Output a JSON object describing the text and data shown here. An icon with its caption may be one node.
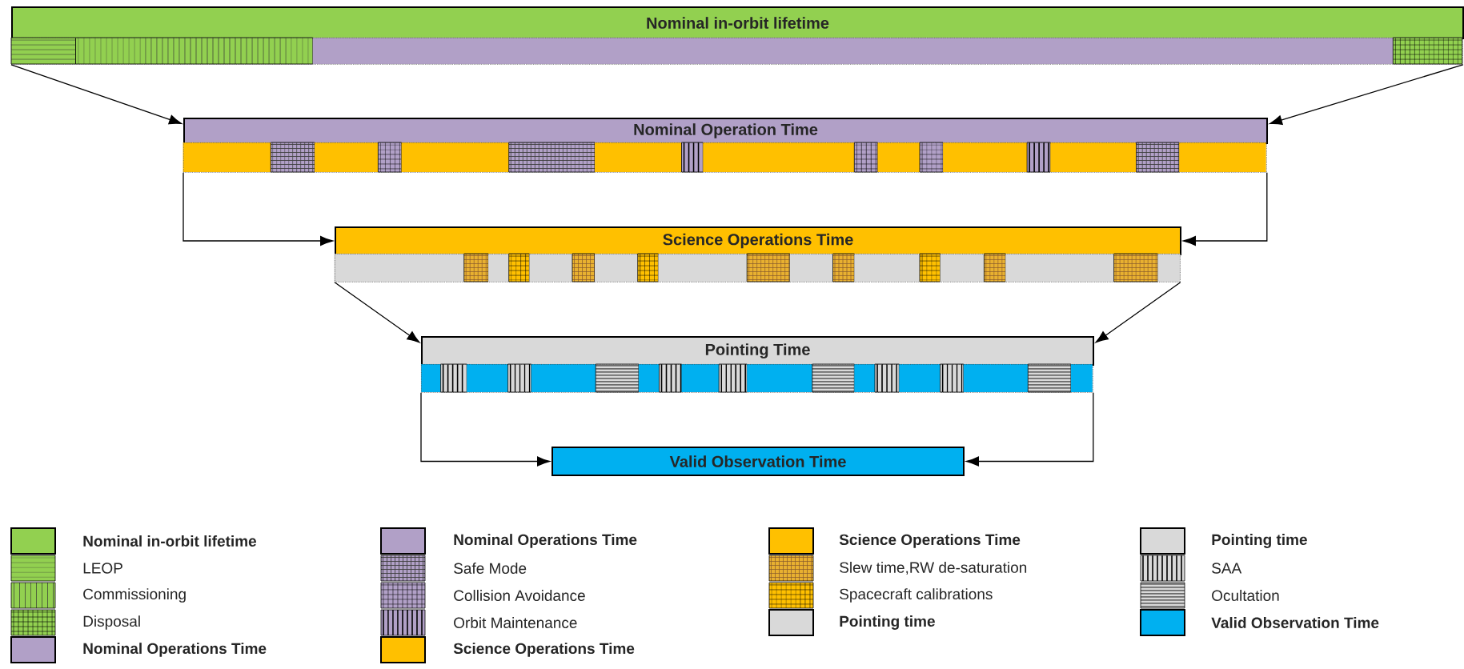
{
  "diagram": {
    "nodes": [
      {
        "text": [
          "Nominal in-orbit lifetime"
        ]
      },
      {
        "text": [],
        "shape": "bar"
      },
      {
        "text": [
          "Nominal Operation Time"
        ]
      },
      {
        "text": [],
        "shape": "bar"
      },
      {
        "text": [
          "Science Operations Time"
        ]
      },
      {
        "text": [],
        "shape": "bar"
      },
      {
        "text": [
          "Pointing Time"
        ]
      },
      {
        "text": [],
        "shape": "bar"
      },
      {
        "text": [
          "Valid Observation Time"
        ]
      }
    ],
    "edges": [
      {
        "from": 1,
        "to": 2,
        "arrow": "to"
      },
      {
        "from": 1,
        "to": 2,
        "arrow": "to"
      },
      {
        "from": 3,
        "to": 4,
        "arrow": "to"
      },
      {
        "from": 3,
        "to": 4,
        "arrow": "to"
      },
      {
        "from": 5,
        "to": 6,
        "arrow": "to"
      },
      {
        "from": 5,
        "to": 6,
        "arrow": "to"
      },
      {
        "from": 7,
        "to": 8,
        "arrow": "to"
      },
      {
        "from": 7,
        "to": 8,
        "arrow": "to"
      }
    ],
    "legend": [
      {
        "text": "Nominal in-orbit lifetime",
        "color": "#92d050"
      },
      {
        "text": "LEOP"
      },
      {
        "text": "Commissioning"
      },
      {
        "text": "Disposal"
      },
      {
        "text": "Nominal Operations Time",
        "color": "#b1a0c7"
      },
      {
        "text": "Nominal Operations Time",
        "color": "#b1a0c7"
      },
      {
        "text": "Safe Mode"
      },
      {
        "text": "Collision Avoidance"
      },
      {
        "text": "Orbit Maintenance"
      },
      {
        "text": "Science Operations Time",
        "color": "#ffc000"
      },
      {
        "text": "Science Operations Time",
        "color": "#ffc000"
      },
      {
        "text": "Slew time,RW de-saturation"
      },
      {
        "text": "Spacecraft calibrations"
      },
      {
        "text": "Pointing time",
        "color": "#d9d9d9"
      },
      {
        "text": "Pointing time",
        "color": "#d9d9d9"
      },
      {
        "text": "SAA"
      },
      {
        "text": "Ocultation"
      },
      {
        "text": "Valid Observation Time",
        "color": "#00b0f0"
      }
    ]
  }
}
